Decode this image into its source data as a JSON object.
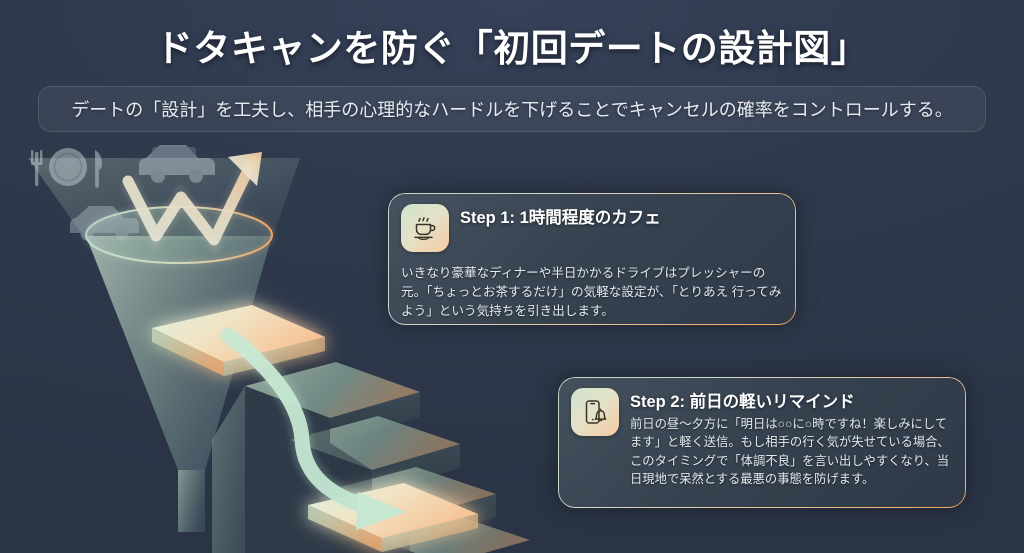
{
  "header": {
    "title": "ドタキャンを防ぐ「初回デートの設計図」",
    "subtitle": "デートの「設計」を工夫し、相手の心理的なハードルを下げることでキャンセルの確率をコントロールする。"
  },
  "illustration": {
    "name": "funnel-stairs-diagram",
    "elements": [
      "funnel",
      "dinner-icon",
      "car-icon-upper",
      "car-icon-lower",
      "growth-arrow-icon",
      "descending-stairs",
      "step-platform-1",
      "step-platform-2",
      "flow-arrow"
    ]
  },
  "cards": [
    {
      "id": "step-1",
      "icon": "coffee-cup-icon",
      "title": "Step 1: 1時間程度のカフェ",
      "body": "いきなり豪華なディナーや半日かかるドライブはプレッシャーの元。「ちょっとお茶するだけ」の気軽な設定が、「とりあえ 行ってみよう」という気持ちを引き出します。"
    },
    {
      "id": "step-2",
      "icon": "phone-bell-icon",
      "title": "Step 2: 前日の軽いリマインド",
      "body": "前日の昼〜夕方に「明日は○○に○時ですね！楽しみにしてます」と軽く送信。もし相手の行く気が失せている場合、このタイミングで「体調不良」を言い出しやすくなり、当日現地で呆然とする最悪の事態を防げます。"
    }
  ],
  "colors": {
    "background": "#2b3649",
    "title_text": "#ffffff",
    "card_border_warm": "#f0a866",
    "card_border_cool": "#b9d8c6",
    "icon_tile_gradient_start": "#cfe3cc",
    "icon_tile_gradient_end": "#f4c9a0",
    "glow_mint": "#bfe4cf",
    "glow_orange": "#f3b077"
  }
}
